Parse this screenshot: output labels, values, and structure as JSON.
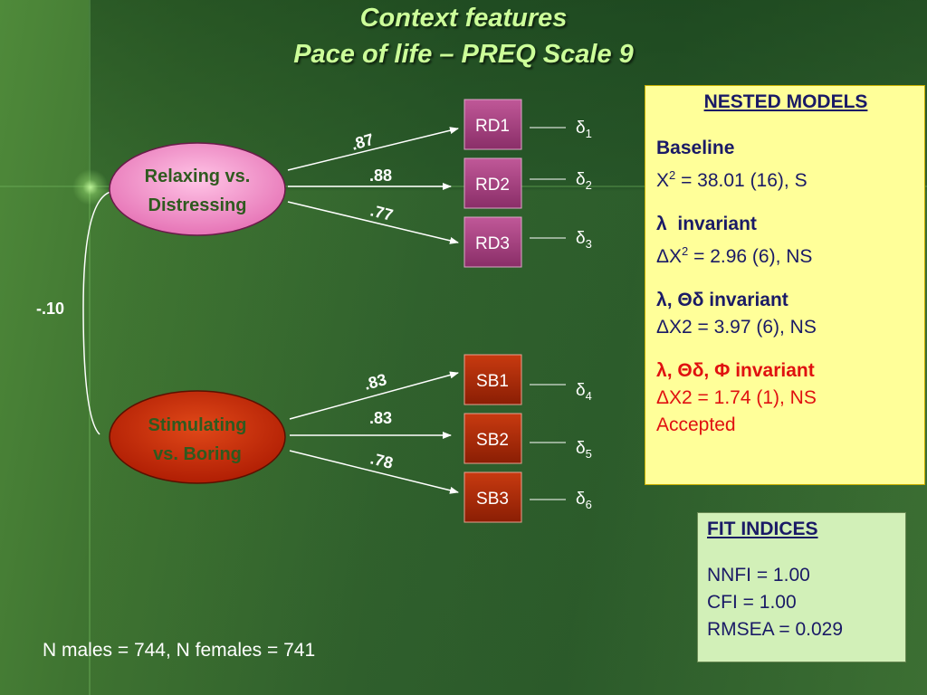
{
  "slide": {
    "title_line1": "Context  features",
    "title_line2": "Pace of life – PREQ Scale 9",
    "footer": "N males = 744, N females = 741"
  },
  "diagram": {
    "correlation": "-.10",
    "factors": [
      {
        "line1": "Relaxing vs.",
        "line2": "Distressing"
      },
      {
        "line1": "Stimulating",
        "line2": "vs. Boring"
      }
    ],
    "indicators": [
      "RD1",
      "RD2",
      "RD3",
      "SB1",
      "SB2",
      "SB3"
    ],
    "loadings": [
      ".87",
      ".88",
      ".77",
      ".83",
      ".83",
      ".78"
    ],
    "errors": [
      {
        "symbol": "δ",
        "sub": "1"
      },
      {
        "symbol": "δ",
        "sub": "2"
      },
      {
        "symbol": "δ",
        "sub": "3"
      },
      {
        "symbol": "δ",
        "sub": "4"
      },
      {
        "symbol": "δ",
        "sub": "5"
      },
      {
        "symbol": "δ",
        "sub": "6"
      }
    ],
    "colors": {
      "factor1": "#f08fc8",
      "factor2": "#c02808",
      "rd_box": "#a0407a",
      "sb_box": "#a82a08"
    }
  },
  "nested_models": {
    "heading": "NESTED MODELS",
    "baseline_label": "Baseline",
    "baseline_chi_pre": "X",
    "baseline_chi_sup": "2",
    "baseline_chi_post": " = 38.01 (16), S",
    "m1_symbol": "λ",
    "m1_label": "invariant",
    "m1_chi_pre": "ΔX",
    "m1_chi_sup": "2",
    "m1_chi_post": " = 2.96 (6), NS",
    "m2_symbol": "λ",
    "m2_label": ", Θδ invariant",
    "m2_chi": "ΔX2 = 3.97 (6), NS",
    "m3_symbol": "λ",
    "m3_label_a": ", Θδ, ",
    "m3_phi": "Φ",
    "m3_label_b": " invariant",
    "m3_chi": "ΔX2 = 1.74 (1), NS",
    "m3_status": "Accepted"
  },
  "fit_indices": {
    "heading": "FIT INDICES",
    "nnfi": "NNFI = 1.00",
    "cfi": "CFI = 1.00",
    "rmsea": "RMSEA = 0.029"
  }
}
